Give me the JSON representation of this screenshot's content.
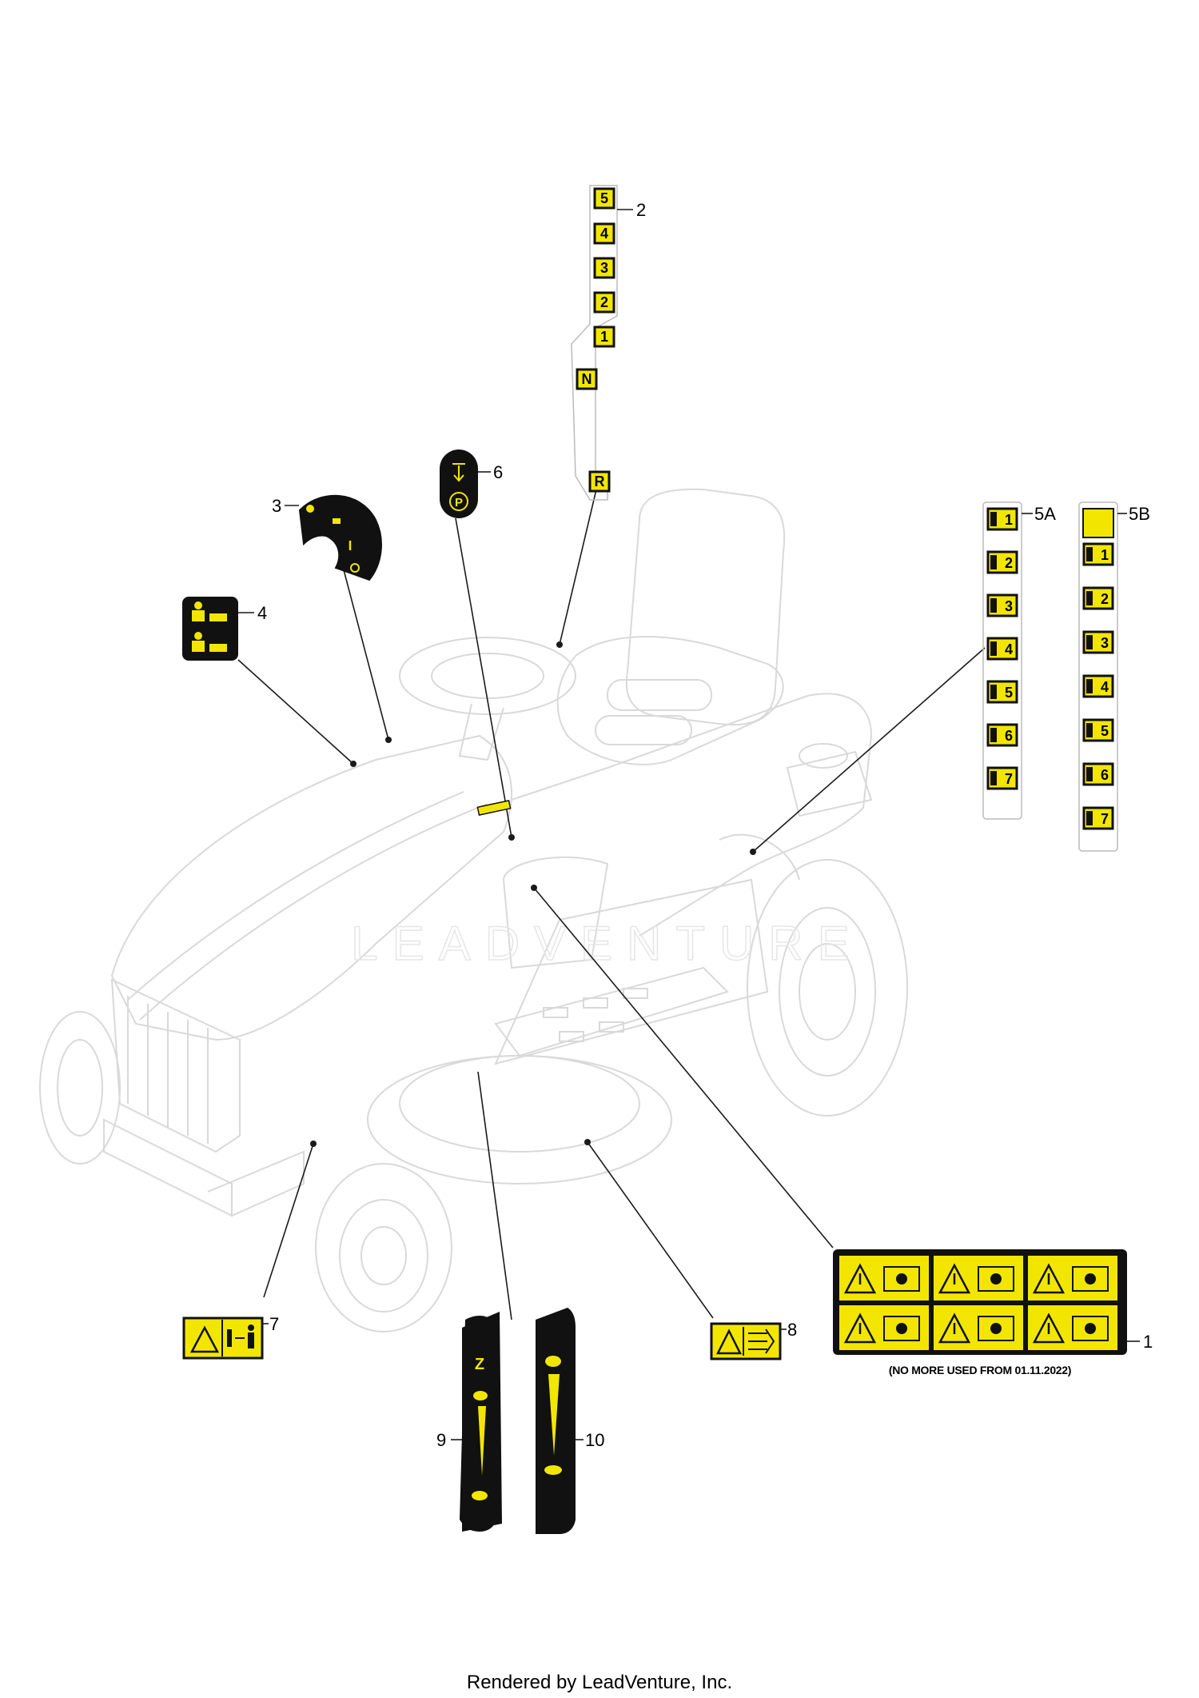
{
  "callouts": {
    "c1": "1",
    "c2": "2",
    "c3": "3",
    "c4": "4",
    "c5a": "5A",
    "c5b": "5B",
    "c6": "6",
    "c7": "7",
    "c8": "8",
    "c9": "9",
    "c10": "10"
  },
  "decal2_gears": [
    "5",
    "4",
    "3",
    "2",
    "1",
    "N",
    "R"
  ],
  "decal5a_numbers": [
    "1",
    "2",
    "3",
    "4",
    "5",
    "6",
    "7"
  ],
  "decal5b_numbers": [
    "1",
    "2",
    "3",
    "4",
    "5",
    "6",
    "7"
  ],
  "decal1_note": "(NO MORE USED FROM 01.11.2022)",
  "decal6_park": "P",
  "watermark": "LEADVENTURE",
  "footer": "Rendered by LeadVenture, Inc.",
  "colors": {
    "decal_yellow": "#f2e600",
    "decal_black": "#111111",
    "outline": "#d9d9d9"
  }
}
